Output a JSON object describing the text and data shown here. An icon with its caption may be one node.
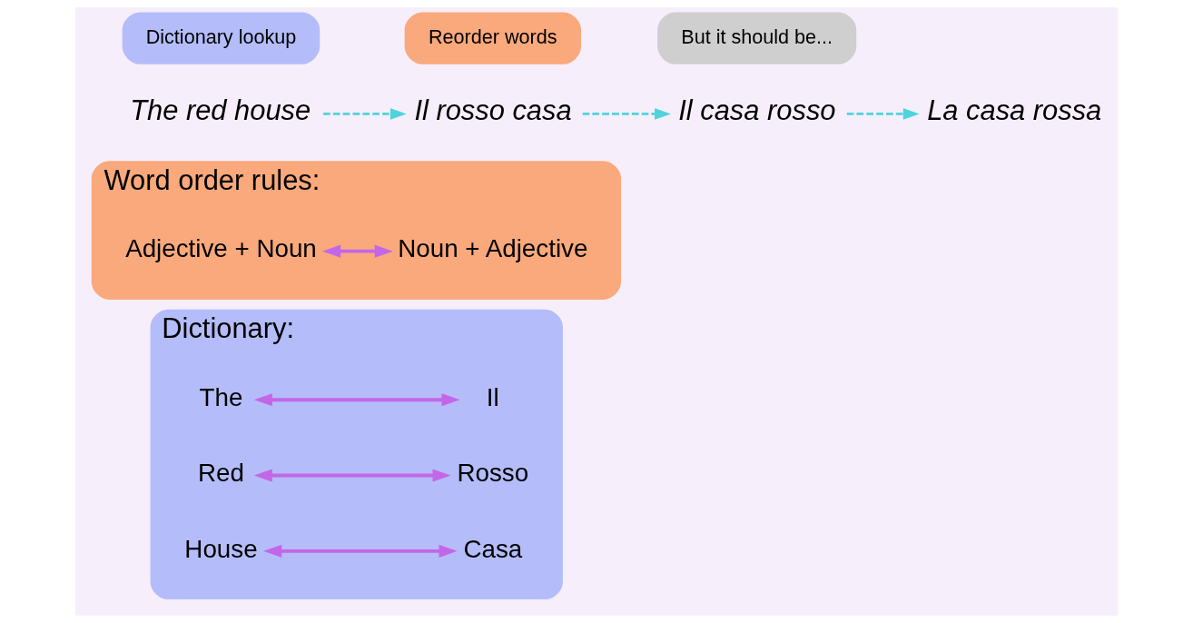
{
  "diagram": {
    "nodes": [
      {
        "text": [
          "Dictionary:"
        ]
      },
      {
        "text": [
          "The"
        ],
        "in": 0
      },
      {
        "text": [
          "Il"
        ],
        "in": 0
      },
      {
        "text": [
          "Red"
        ],
        "in": 0
      },
      {
        "text": [
          "Rosso"
        ],
        "in": 0
      },
      {
        "text": [
          "House"
        ],
        "in": 0
      },
      {
        "text": [
          "Casa"
        ],
        "in": 0
      },
      {
        "text": [
          "Word order rules:"
        ]
      },
      {
        "text": [
          "Adjective + Noun"
        ],
        "in": 7
      },
      {
        "text": [
          "Noun + Adjective"
        ],
        "in": 7
      },
      {
        "text": [
          "The red house"
        ]
      },
      {
        "text": [
          "Il rosso casa"
        ]
      },
      {
        "text": [
          "Il casa rosso"
        ]
      },
      {
        "text": [
          "La casa rossa"
        ]
      },
      {
        "text": [
          "Dictionary lookup"
        ]
      },
      {
        "text": [
          "Reorder words"
        ]
      },
      {
        "text": [
          "But it should be..."
        ]
      }
    ],
    "edges": [
      {
        "from": 1,
        "to": 2,
        "arrow": "both"
      },
      {
        "from": 3,
        "to": 4,
        "arrow": "both"
      },
      {
        "from": 5,
        "to": 6,
        "arrow": "both"
      },
      {
        "from": 8,
        "to": 9,
        "arrow": "both"
      },
      {
        "from": 10,
        "to": 11,
        "arrow": "to",
        "style": "dashed",
        "color": "#4fd3dc"
      },
      {
        "from": 11,
        "to": 12,
        "arrow": "to",
        "style": "dashed",
        "color": "#4fd3dc"
      },
      {
        "from": 12,
        "to": 13,
        "arrow": "to",
        "style": "dashed",
        "color": "#4fd3dc"
      }
    ]
  }
}
